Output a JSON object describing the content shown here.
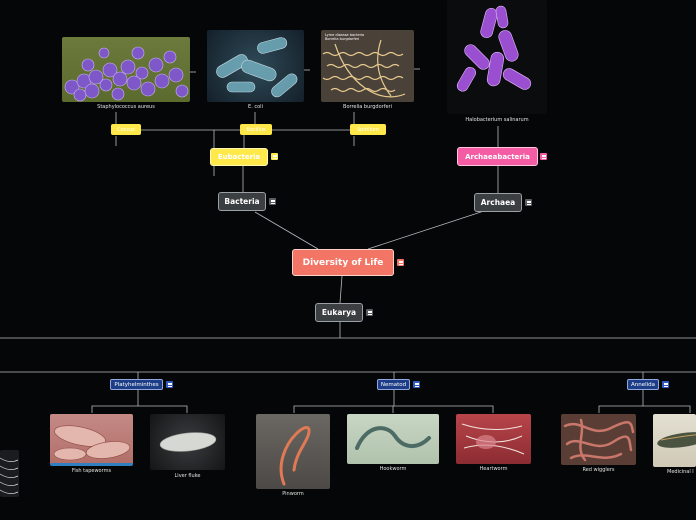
{
  "root": {
    "label": "Diversity of Life"
  },
  "domains": {
    "bacteria": "Bacteria",
    "archaea": "Archaea",
    "eukarya": "Eukarya"
  },
  "kingdoms": {
    "eubacteria": "Eubacteria",
    "archaeabacteria": "Archaeabacteria"
  },
  "shape_tags": [
    "Coccus",
    "Bacillus",
    "Spirillum"
  ],
  "bacteria_examples": [
    {
      "caption": "Staphylococcus aureus",
      "icon": "cocci-cluster-photo"
    },
    {
      "caption": "E. coli",
      "icon": "rod-bacteria-photo"
    },
    {
      "caption": "Borrelia burgdorferi",
      "icon": "spirochete-photo"
    }
  ],
  "borrelia_photo_text": "Lyme disease bacteria\nBorrelia burgdorferi",
  "archaea_example": {
    "caption": "Halobacterium salinarum",
    "icon": "rod-archaea-photo"
  },
  "phyla": [
    "Platyhelminthes",
    "Nematod",
    "Annelida"
  ],
  "worm_examples": {
    "platyhelminthes": [
      "Fish tapeworms",
      "Liver fluke"
    ],
    "nematoda": [
      "Pinworm",
      "Hookworm",
      "Heartworm"
    ],
    "annelida": [
      "Red wigglers",
      "Medicinal l"
    ]
  },
  "colors": {
    "background": "#050607",
    "root": "#f37565",
    "domain": "#3c3f42",
    "eubacteria": "#ffe84a",
    "archaeabacteria": "#f45da4",
    "phylum": "#1d3e86",
    "connector": "#b8bcc0"
  }
}
